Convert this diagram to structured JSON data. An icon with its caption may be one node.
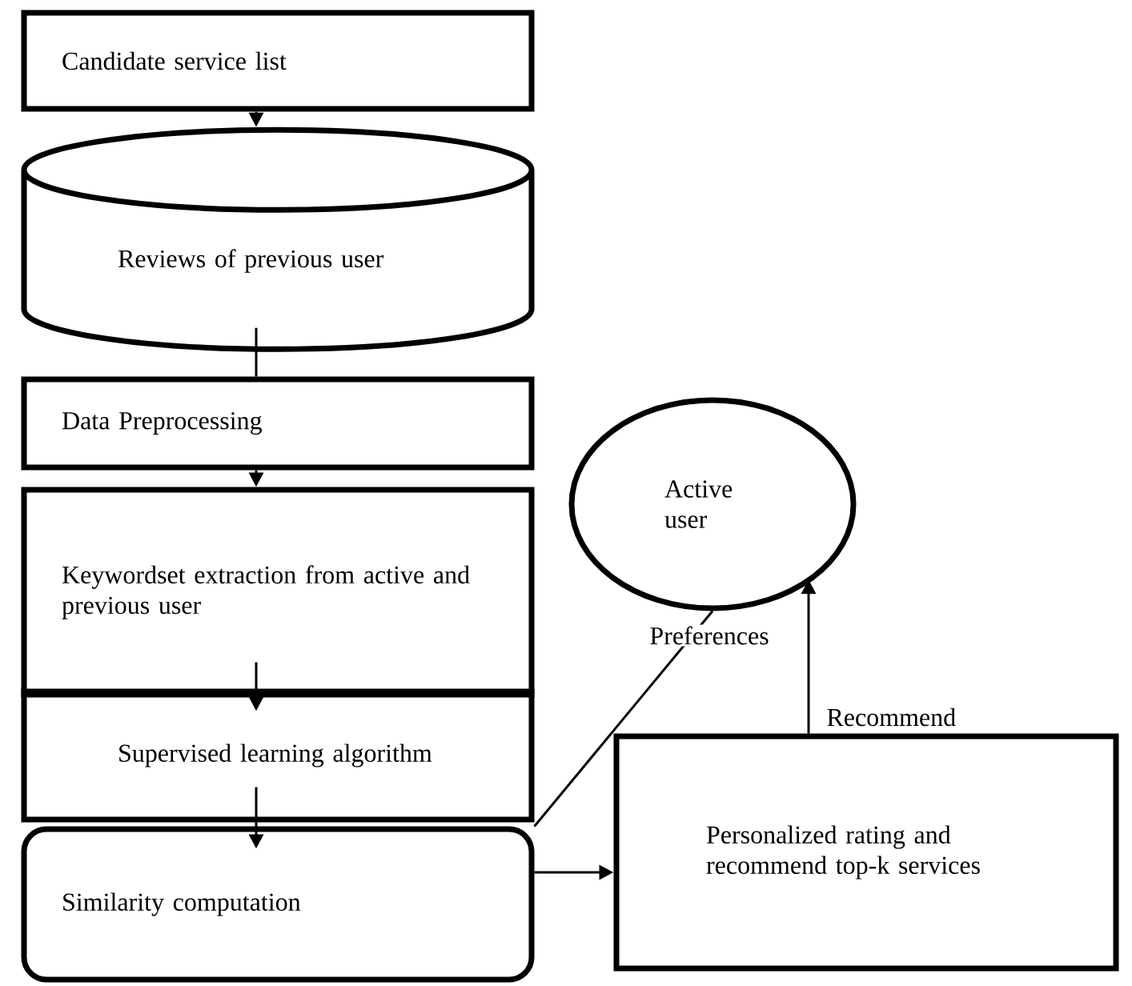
{
  "diagram": {
    "nodes": [
      {
        "text": [
          "Candidate service list"
        ]
      },
      {
        "text": [
          "Reviews of previous user"
        ]
      },
      {
        "text": [
          "Data Preprocessing"
        ]
      },
      {
        "text": [
          "Keywordset extraction from active and previous user"
        ]
      },
      {
        "text": [
          "Supervised learning algorithm"
        ]
      },
      {
        "text": [
          "Similarity computation"
        ]
      },
      {
        "text": [
          "Active user"
        ]
      },
      {
        "text": [
          "Personalized rating and recommend top-k services"
        ]
      }
    ],
    "edges": [
      {
        "from": 0,
        "to": 1,
        "arrow": "to"
      },
      {
        "from": 1,
        "to": 2,
        "arrow": "none"
      },
      {
        "from": 2,
        "to": 3,
        "arrow": "to"
      },
      {
        "from": 3,
        "to": 4,
        "arrow": "to"
      },
      {
        "from": 4,
        "to": 5,
        "arrow": "to"
      },
      {
        "from": 5,
        "to": 7,
        "arrow": "to"
      },
      {
        "from": 7,
        "to": 6,
        "arrow": "to",
        "label": "Recommend"
      },
      {
        "from": 5,
        "to": 6,
        "arrow": "none",
        "label": "Preferences"
      }
    ]
  }
}
